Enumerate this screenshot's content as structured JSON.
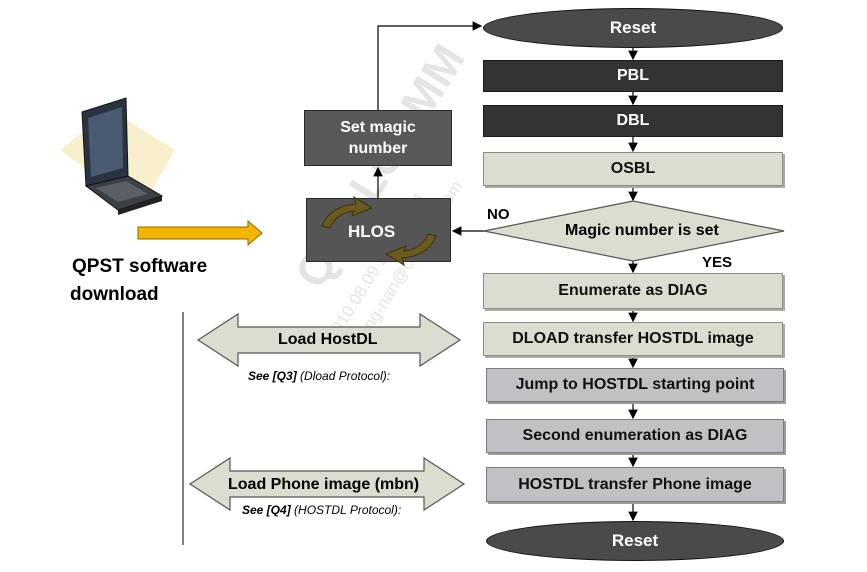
{
  "watermark": {
    "brand": "QUALCOMM",
    "line1": "2010.08.09 23:22:33.4",
    "line2": "tong-nan@cdmatch.com"
  },
  "left": {
    "qpst_line1": "QPST software",
    "qpst_line2": "download",
    "load_hostdl": "Load HostDL",
    "see_q3_ref": "See [Q3]",
    "see_q3_rest": "(Dload  Protocol):",
    "load_phone": "Load Phone image (mbn)",
    "see_q4_ref": "See [Q4]",
    "see_q4_rest": "(HOSTDL Protocol):"
  },
  "flow": {
    "reset_top": "Reset",
    "pbl": "PBL",
    "dbl": "DBL",
    "osbl": "OSBL",
    "magic_decision": "Magic number is set",
    "no_label": "NO",
    "yes_label": "YES",
    "enumerate": "Enumerate as DIAG",
    "dload_transfer": "DLOAD transfer HOSTDL image",
    "jump": "Jump to HOSTDL starting point",
    "second_enum": "Second enumeration as DIAG",
    "hostdl_transfer": "HOSTDL transfer Phone image",
    "reset_bottom": "Reset",
    "set_magic_line1": "Set magic",
    "set_magic_line2": "number",
    "hlos": "HLOS"
  },
  "colors": {
    "dark_box": "#333333",
    "light_box": "#d9ded1",
    "mid_box": "#bfc1c4",
    "arrow_fill": "#f5b400",
    "hlos_arrows": "#6b5a1e"
  }
}
